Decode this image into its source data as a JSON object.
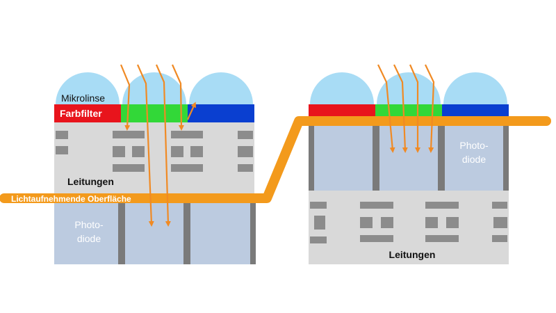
{
  "labels": {
    "microlens": "Mikrolinse",
    "color_filter": "Farbfilter",
    "wiring_left": "Leitungen",
    "wiring_right": "Leitungen",
    "light_surface": "Lichtaufnehmende Oberfläche",
    "photodiode_left_line1": "Photo-",
    "photodiode_left_line2": "diode",
    "photodiode_right_line1": "Photo-",
    "photodiode_right_line2": "diode"
  },
  "colors": {
    "microlens": "#a8dcf5",
    "filter_red": "#e8141c",
    "filter_green": "#32d838",
    "filter_blue": "#0a3fd0",
    "wiring_block": "#d9d9d9",
    "wire_bar": "#8c8c8c",
    "photodiode": "#bccbe0",
    "separator": "#7a7a7a",
    "surface_line": "#f39a1c",
    "light_arrow": "#f08a24"
  }
}
